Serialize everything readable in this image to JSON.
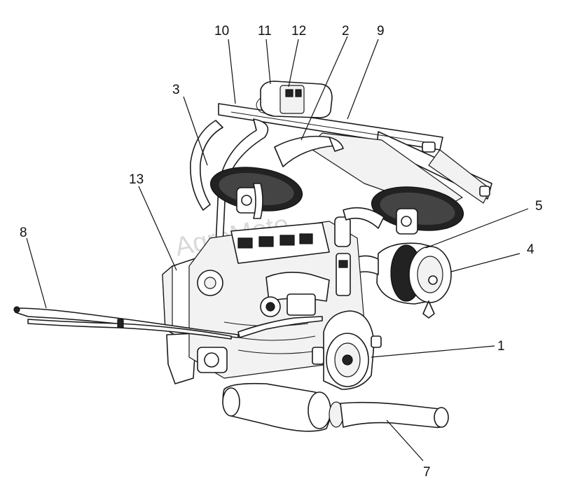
{
  "diagram": {
    "watermark": "AgroMoto",
    "callouts": [
      {
        "id": "c1",
        "label": "1"
      },
      {
        "id": "c2",
        "label": "2"
      },
      {
        "id": "c3",
        "label": "3"
      },
      {
        "id": "c4",
        "label": "4"
      },
      {
        "id": "c5",
        "label": "5"
      },
      {
        "id": "c7",
        "label": "7"
      },
      {
        "id": "c8",
        "label": "8"
      },
      {
        "id": "c9",
        "label": "9"
      },
      {
        "id": "c10",
        "label": "10"
      },
      {
        "id": "c11",
        "label": "11"
      },
      {
        "id": "c12",
        "label": "12"
      },
      {
        "id": "c13",
        "label": "13"
      }
    ]
  }
}
